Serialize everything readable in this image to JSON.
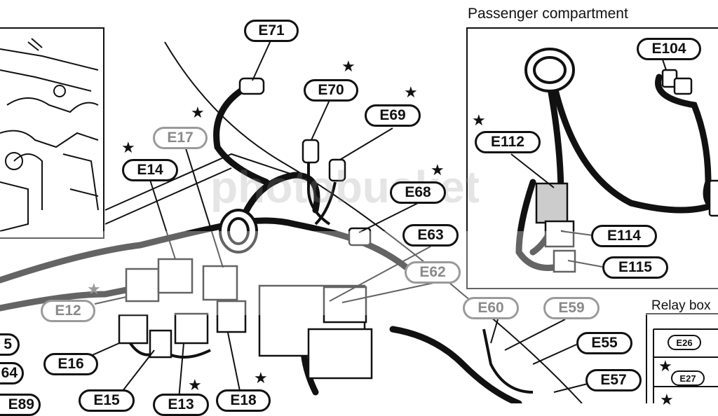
{
  "sections": {
    "passenger": "Passenger compartment",
    "relay": "Relay box"
  },
  "labels": {
    "E71": "E71",
    "E70": "E70",
    "E69": "E69",
    "E17": "E17",
    "E14": "E14",
    "E68": "E68",
    "E63": "E63",
    "E62": "E62",
    "E12": "E12",
    "E16": "E16",
    "E15": "E15",
    "E18": "E18",
    "E13": "E13",
    "E60": "E60",
    "E59": "E59",
    "E55": "E55",
    "E57": "E57",
    "E104": "E104",
    "E112": "E112",
    "E114": "E114",
    "E115": "E115",
    "E26": "E26",
    "E27": "E27",
    "E5": "5",
    "E64": "64",
    "E89": "E89"
  },
  "watermark": "photobucket",
  "icons": [
    "star-icon",
    "connector-icon",
    "grommet-icon"
  ]
}
